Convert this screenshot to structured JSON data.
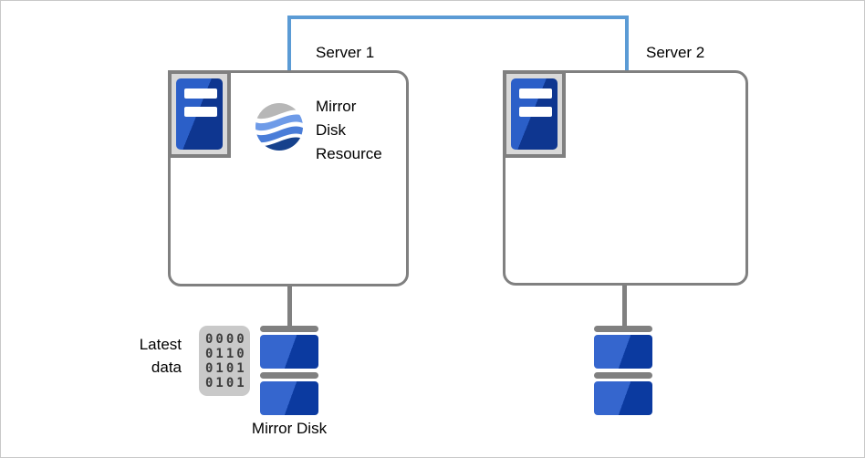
{
  "labels": {
    "server1": "Server 1",
    "server2": "Server 2",
    "mirror_disk_resource": "Mirror\nDisk\nResource",
    "latest_data": "Latest\ndata",
    "mirror_disk": "Mirror Disk"
  },
  "binary": {
    "rows": [
      "0000",
      "0110",
      "0101",
      "0101"
    ]
  },
  "colors": {
    "connection_blue": "#5B9BD5",
    "outline_gray": "#808080",
    "panel_gray": "#D9D9D9",
    "tower_blue_light": "#2B5FC8",
    "tower_blue_dark": "#0E3690",
    "disk_blue_light": "#3566CE",
    "disk_blue_dark": "#0B3AA0",
    "logo_gray": "#B7B7B7",
    "logo_blue_light": "#6E9BE8",
    "logo_blue_mid": "#4A7DD8",
    "logo_navy": "#16418C",
    "binary_text": "#3D3D3D",
    "text_black": "#000000"
  }
}
